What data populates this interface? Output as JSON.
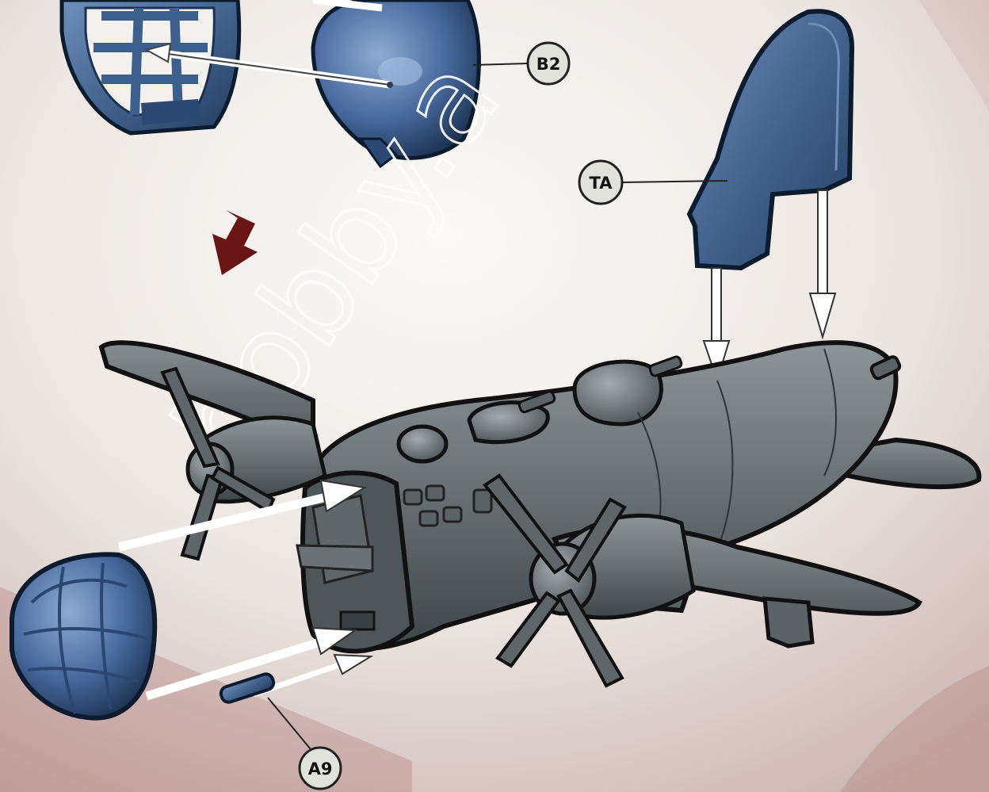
{
  "diagram": {
    "labels": {
      "b2": "B2",
      "ta": "TA",
      "a9": "A9"
    },
    "watermark": "hobby.a",
    "colors": {
      "background": "#f3f1ee",
      "grunge": "#8a2e2e",
      "blue_part": "#43648f",
      "grey_part": "#6b7377",
      "assembly_arrow": "#6a1515",
      "callout_fill": "#e2e2dc"
    }
  }
}
